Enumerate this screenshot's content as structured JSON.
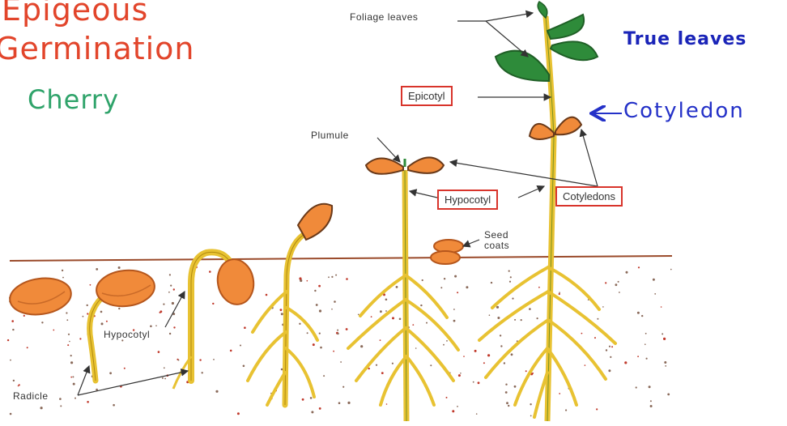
{
  "title": {
    "line1": "Epigeous",
    "line2": "Germination"
  },
  "plant_name": "Cherry",
  "annotations": {
    "true_leaves": "True leaves",
    "cotyledon": "Cotyledon"
  },
  "labels": {
    "foliage_leaves": "Foliage leaves",
    "epicotyl": "Epicotyl",
    "plumule": "Plumule",
    "hypocotyl_boxed": "Hypocotyl",
    "cotyledons": "Cotyledons",
    "seed_coats_line1": "Seed",
    "seed_coats_line2": "coats",
    "hypocotyl": "Hypocotyl",
    "radicle": "Radicle"
  },
  "colors": {
    "title_red": "#e2452b",
    "cherry_green": "#2fa36a",
    "annotation_blue": "#1a24b8",
    "box_red": "#d8342b",
    "seed_orange": "#f08a3a",
    "stem_yellow": "#e8c232",
    "leaf_green": "#2e8b3a",
    "soil_line": "#a0522d"
  }
}
